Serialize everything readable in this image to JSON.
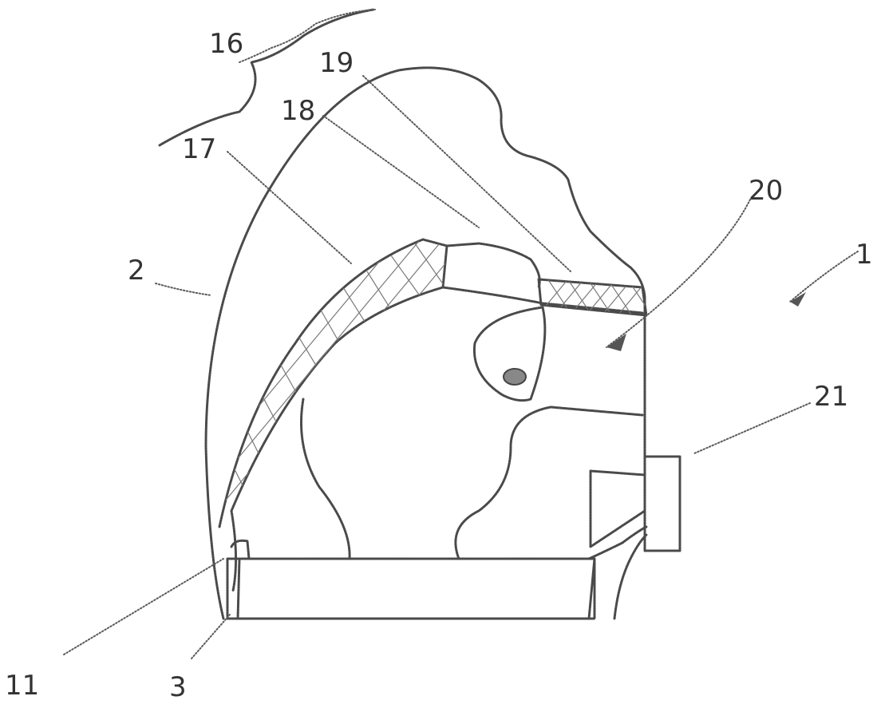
{
  "diagram": {
    "labels": {
      "l1": "1",
      "l2": "2",
      "l3": "3",
      "l11": "11",
      "l16": "16",
      "l17": "17",
      "l18": "18",
      "l19": "19",
      "l20": "20",
      "l21": "21"
    }
  }
}
